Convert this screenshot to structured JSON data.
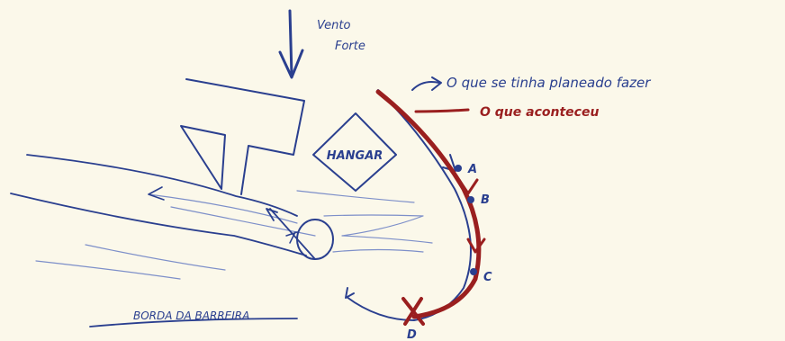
{
  "labels": {
    "wind_line1": "Vento",
    "wind_line2": "Forte",
    "hangar": "HANGAR",
    "planned": "O que se tinha planeado fazer",
    "happened": "O que aconteceu",
    "barrier_edge": "BORDA DA BARREIRA"
  },
  "points": [
    "A",
    "B",
    "C",
    "D"
  ],
  "colors": {
    "paper": "#fbf8ea",
    "blue_ink": "#2a3f8f",
    "red_ink": "#9a1f1f"
  }
}
